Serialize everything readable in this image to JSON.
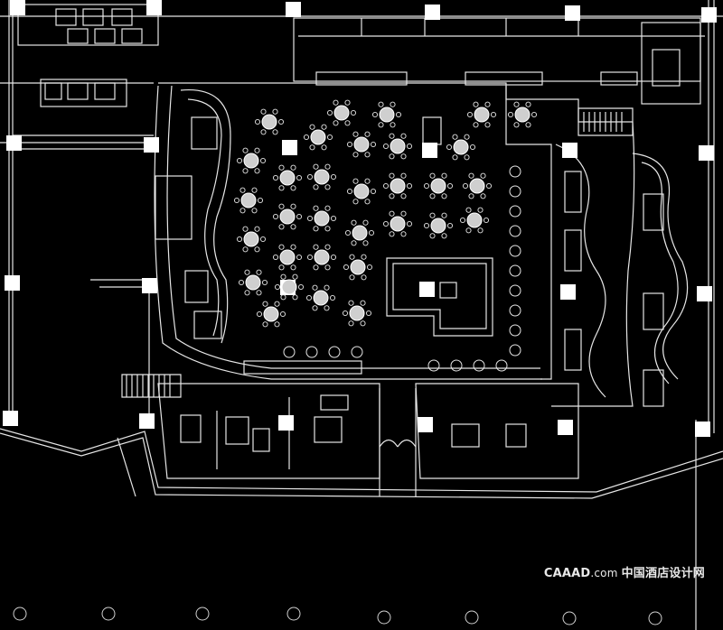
{
  "drawing": {
    "subject": "",
    "line_color": "#e6e6e6",
    "background": "#000000"
  },
  "watermark": {
    "brand": "CAAAD",
    "domain": ".com",
    "name_cn": "中国酒店设计网",
    "color": "#e8e8e8"
  }
}
